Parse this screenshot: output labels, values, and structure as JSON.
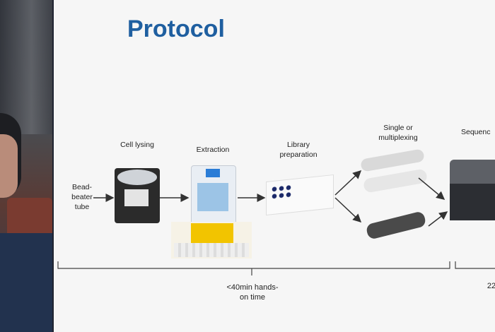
{
  "slide": {
    "title": "Protocol",
    "steps": {
      "bead_beater": "Bead-\nbeater\ntube",
      "cell_lysing": "Cell lysing",
      "extraction": "Extraction",
      "library_prep": "Library\npreparation",
      "multiplexing": "Single or\nmultiplexing",
      "sequencing": "Sequenc"
    },
    "timeline": {
      "hands_on": "<40min hands-\non time",
      "right": "22"
    }
  }
}
